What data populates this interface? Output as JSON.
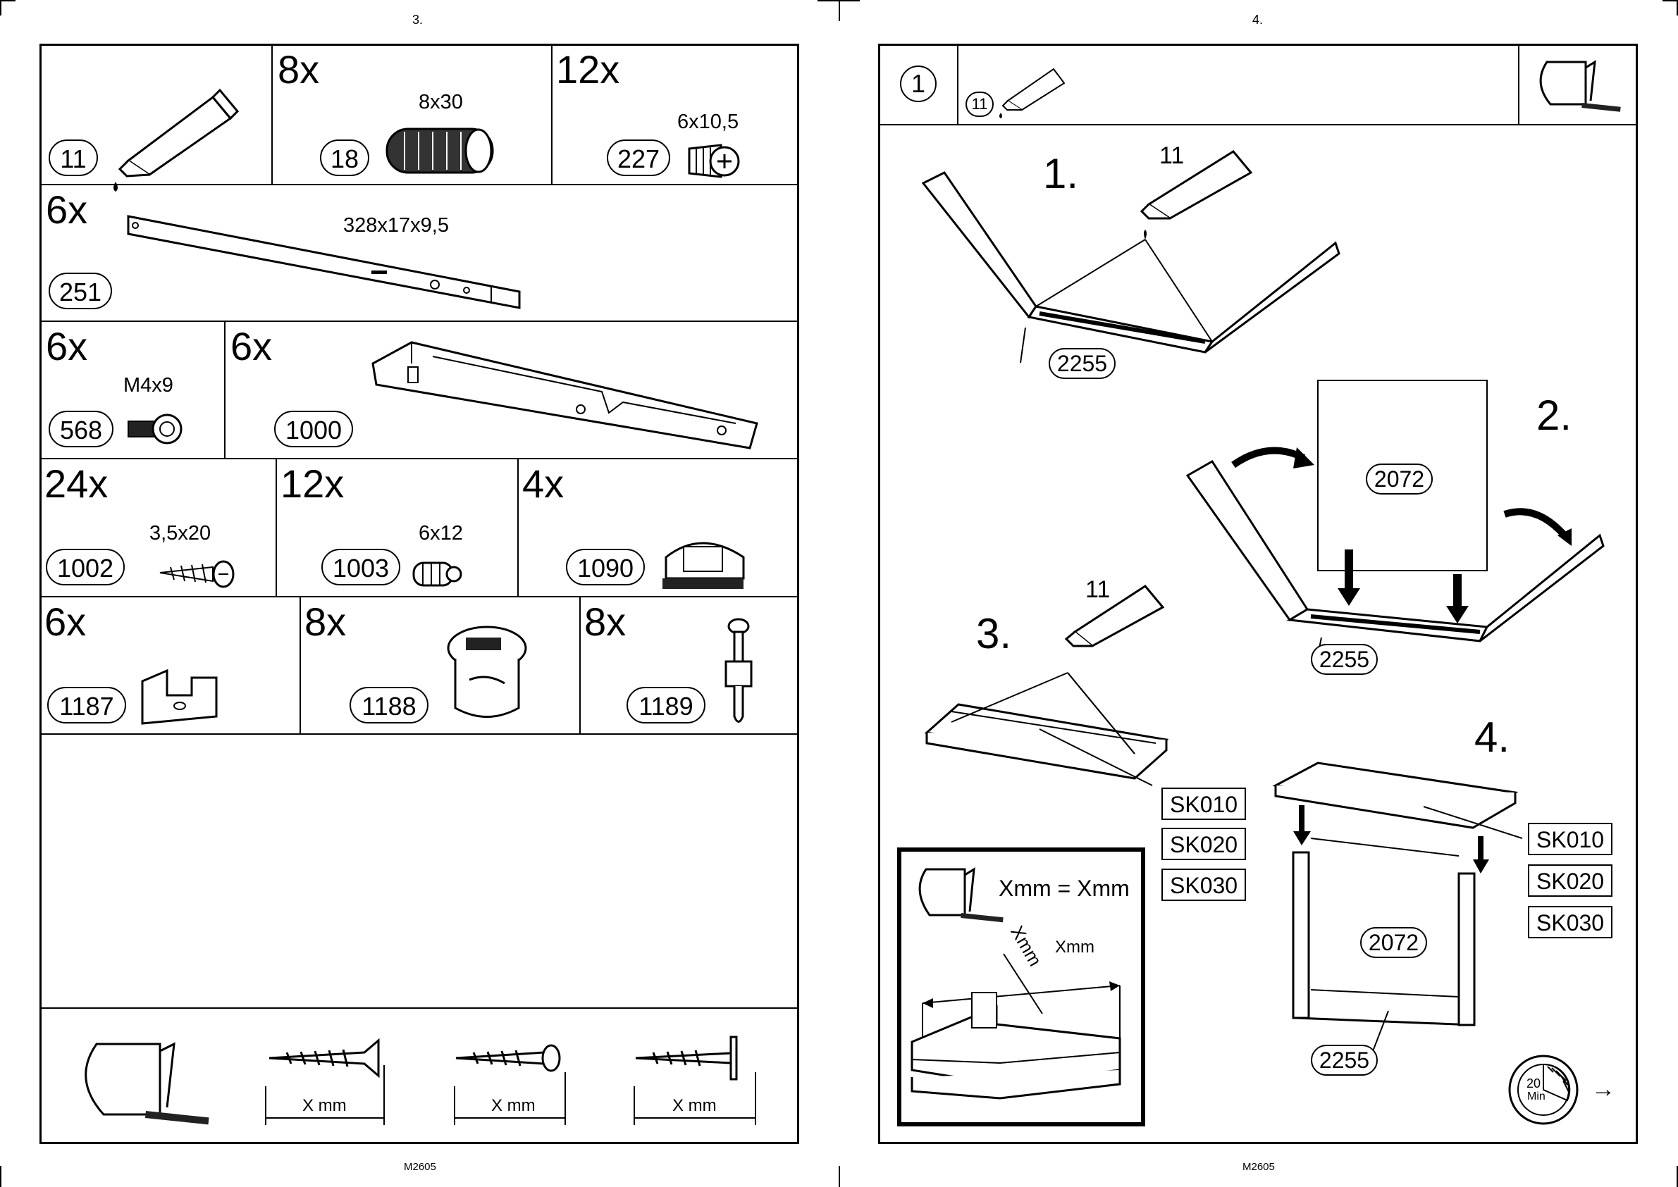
{
  "left_page": {
    "page_number": "3.",
    "footer": "M2605",
    "parts": [
      {
        "qty": "",
        "id": "11",
        "spec": ""
      },
      {
        "qty": "8x",
        "id": "18",
        "spec": "8x30"
      },
      {
        "qty": "12x",
        "id": "227",
        "spec": "6x10,5"
      },
      {
        "qty": "6x",
        "id": "251",
        "spec": "328x17x9,5"
      },
      {
        "qty": "6x",
        "id": "568",
        "spec": "M4x9"
      },
      {
        "qty": "6x",
        "id": "1000",
        "spec": ""
      },
      {
        "qty": "24x",
        "id": "1002",
        "spec": "3,5x20"
      },
      {
        "qty": "12x",
        "id": "1003",
        "spec": "6x12"
      },
      {
        "qty": "4x",
        "id": "1090",
        "spec": ""
      },
      {
        "qty": "6x",
        "id": "1187",
        "spec": ""
      },
      {
        "qty": "8x",
        "id": "1188",
        "spec": ""
      },
      {
        "qty": "8x",
        "id": "1189",
        "spec": ""
      }
    ],
    "measure_labels": [
      "X mm",
      "X mm",
      "X mm"
    ]
  },
  "right_page": {
    "page_number": "4.",
    "footer": "M2605",
    "header": {
      "step_circle": "1",
      "glue_id": "11"
    },
    "steps": [
      {
        "label": "1.",
        "glue": "11",
        "parts": [
          "2255"
        ]
      },
      {
        "label": "2.",
        "parts": [
          "2072",
          "2255"
        ]
      },
      {
        "label": "3.",
        "glue": "11",
        "boxes": [
          "SK010",
          "SK020",
          "SK030"
        ]
      },
      {
        "label": "4.",
        "parts": [
          "2072",
          "2255"
        ],
        "boxes": [
          "SK010",
          "SK020",
          "SK030"
        ]
      }
    ],
    "inset": {
      "equation": "Xmm = Xmm",
      "diag_label": "Xmm",
      "width_label": "Xmm"
    },
    "timer": {
      "value": "20",
      "unit": "Min"
    },
    "next_arrow": "→"
  }
}
